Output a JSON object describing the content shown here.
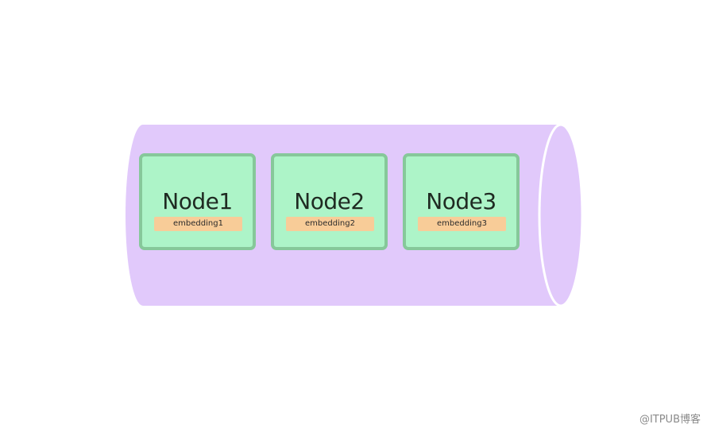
{
  "diagram": {
    "colors": {
      "cylinder_body": "#e1c9fb",
      "cylinder_edge": "#ffffff",
      "node_fill": "#adf4c8",
      "node_border": "#86c89a",
      "embedding_fill": "#f8cc98"
    },
    "nodes": [
      {
        "title": "Node1",
        "embedding": "embedding1"
      },
      {
        "title": "Node2",
        "embedding": "embedding2"
      },
      {
        "title": "Node3",
        "embedding": "embedding3"
      }
    ]
  },
  "watermark": "@ITPUB博客"
}
